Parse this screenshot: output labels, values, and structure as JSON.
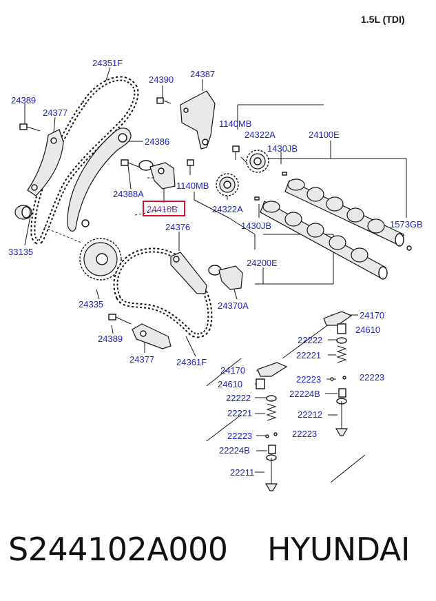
{
  "header": {
    "engine": "1.5L (TDI)"
  },
  "labels": {
    "p24351F": "24351F",
    "p24390": "24390",
    "p24387": "24387",
    "p24389a": "24389",
    "p24377a": "24377",
    "p24386": "24386",
    "p1140MBa": "1140MB",
    "p24322Aa": "24322A",
    "p24100E": "24100E",
    "p1430JBa": "1430JB",
    "p24388A": "24388A",
    "p1140MBb": "1140MB",
    "p24410B": "24410B",
    "p24322Ab": "24322A",
    "p1573GB": "1573GB",
    "p33135": "33135",
    "p24376": "24376",
    "p1430JBb": "1430JB",
    "p24200E": "24200E",
    "p24335": "24335",
    "p24370A": "24370A",
    "p24389b": "24389",
    "p24377b": "24377",
    "p24361F": "24361F",
    "p24170a": "24170",
    "p24610a": "24610",
    "p22222a": "22222",
    "p22221a": "22221",
    "p22223a": "22223",
    "p22223b": "22223",
    "p22224Ba": "22224B",
    "p22212": "22212",
    "p24170b": "24170",
    "p24610b": "24610",
    "p22222b": "22222",
    "p22221b": "22221",
    "p22223c": "22223",
    "p22223d": "22223",
    "p22224Bb": "22224B",
    "p22211": "22211"
  },
  "footer": {
    "part_code": "S244102A000",
    "brand": "HYUNDAI"
  },
  "colors": {
    "label": "#1a24c9",
    "highlight_box": "#e0102a",
    "highlight_text": "#7a3fb0"
  }
}
